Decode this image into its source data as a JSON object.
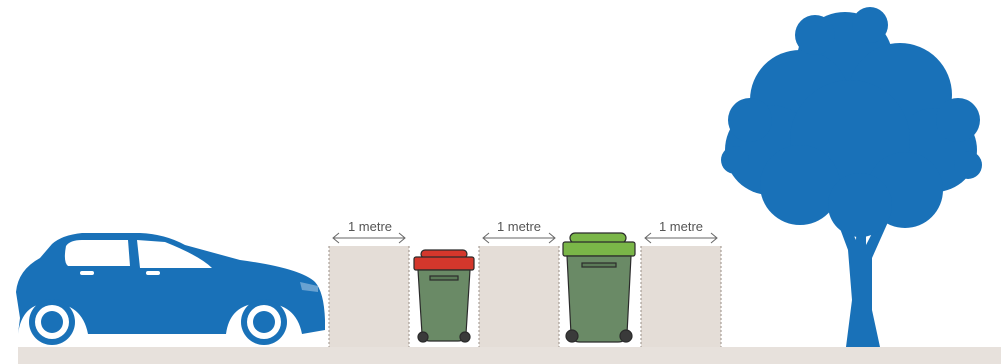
{
  "colors": {
    "background": "#ffffff",
    "ground": "#e7e1dc",
    "spacing_zone": "#e4ddd7",
    "zone_border": "#9a8f87",
    "car": "#1971b8",
    "tree": "#1971b8",
    "bin_body": "#6a8a66",
    "bin_outline": "#2b2b2b",
    "red_lid": "#d4372c",
    "green_lid": "#7ab648",
    "label": "#555555"
  },
  "labels": {
    "gap_1": "1 metre",
    "gap_2": "1 metre",
    "gap_3": "1 metre"
  },
  "icons": {
    "car": "car-icon",
    "red_bin": "red-lid-bin-icon",
    "green_bin": "green-lid-bin-icon",
    "tree": "tree-icon",
    "arrow": "double-arrow-icon"
  }
}
